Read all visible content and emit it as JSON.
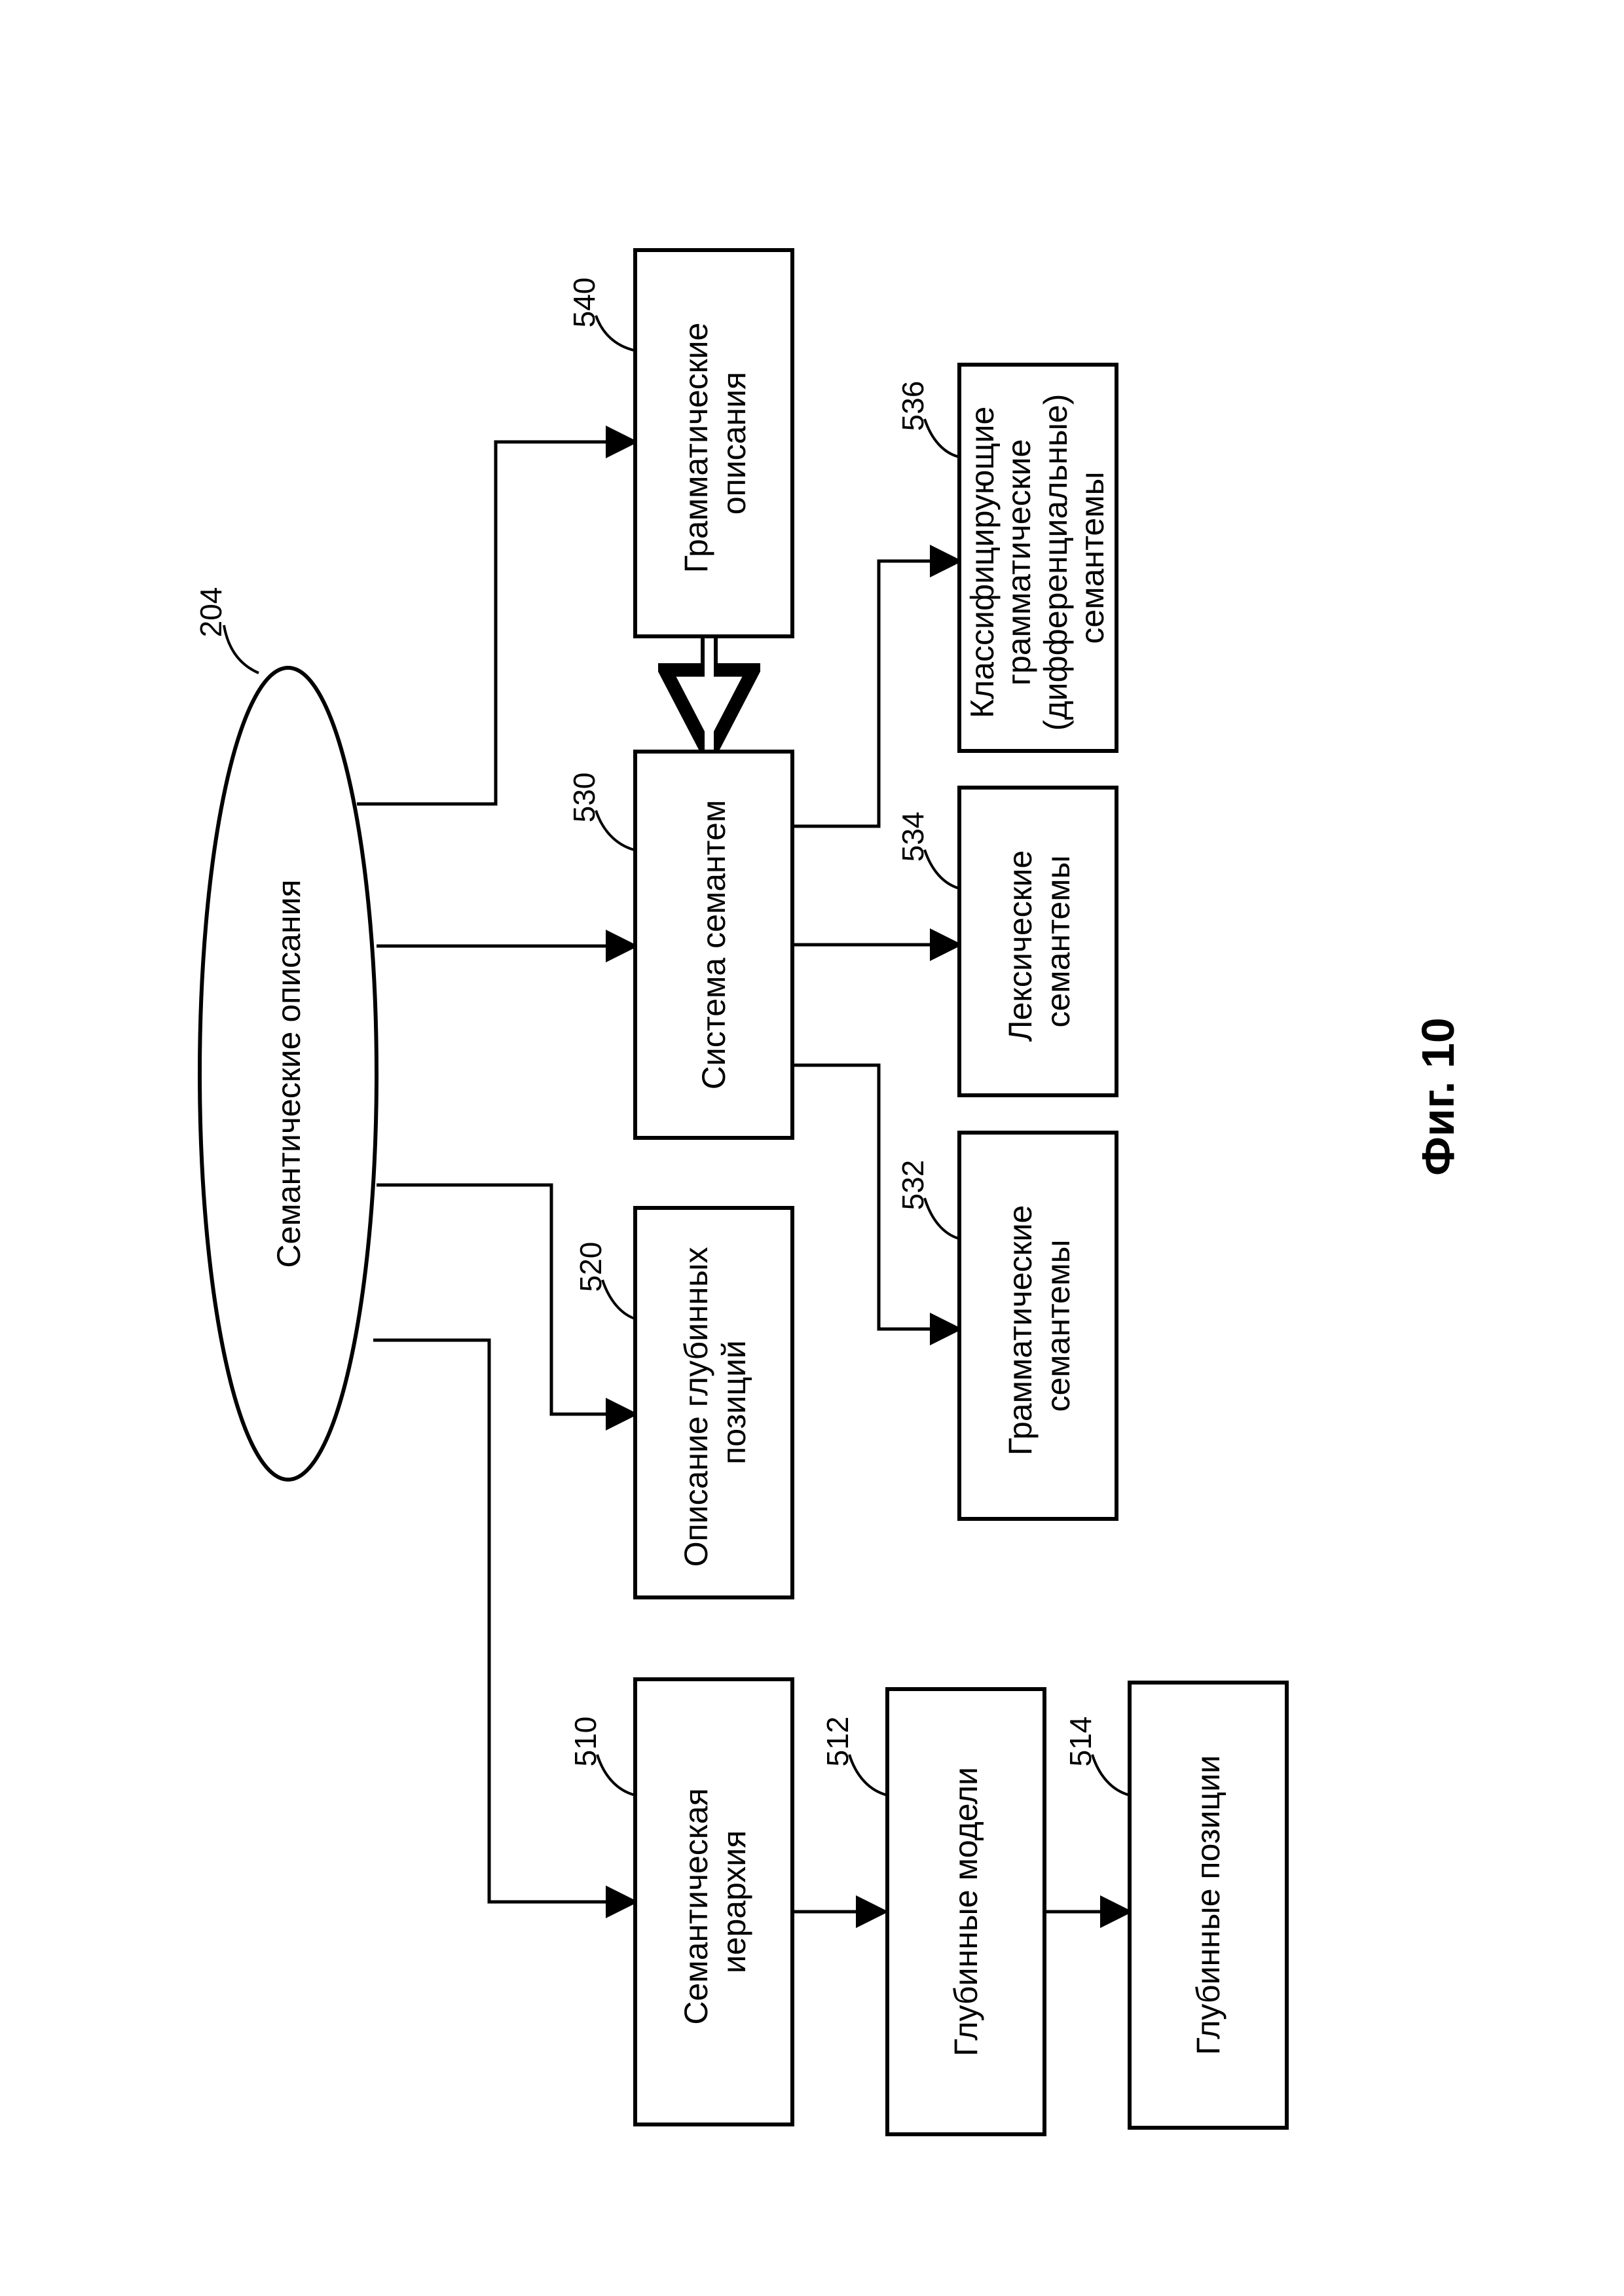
{
  "diagram": {
    "root": {
      "ref": "204",
      "label": "Семантические описания"
    },
    "nodes": {
      "n510": {
        "ref": "510",
        "lines": [
          "Семантическая",
          "иерархия"
        ]
      },
      "n512": {
        "ref": "512",
        "lines": [
          "Глубинные модели"
        ]
      },
      "n514": {
        "ref": "514",
        "lines": [
          "Глубинные позиции"
        ]
      },
      "n520": {
        "ref": "520",
        "lines": [
          "Описание глубинных",
          "позиций"
        ]
      },
      "n530": {
        "ref": "530",
        "lines": [
          "Система семантем"
        ]
      },
      "n532": {
        "ref": "532",
        "lines": [
          "Грамматические",
          "семантемы"
        ]
      },
      "n534": {
        "ref": "534",
        "lines": [
          "Лексические",
          "семантемы"
        ]
      },
      "n536": {
        "ref": "536",
        "lines": [
          "Классифицирующие",
          "грамматические",
          "(дифференциальные)",
          "семантемы"
        ]
      },
      "n540": {
        "ref": "540",
        "lines": [
          "Грамматические",
          "описания"
        ]
      }
    },
    "edges": [
      {
        "from": "root",
        "to": "n510"
      },
      {
        "from": "root",
        "to": "n520"
      },
      {
        "from": "root",
        "to": "n530"
      },
      {
        "from": "root",
        "to": "n540"
      },
      {
        "from": "n510",
        "to": "n512"
      },
      {
        "from": "n512",
        "to": "n514"
      },
      {
        "from": "n530",
        "to": "n532"
      },
      {
        "from": "n530",
        "to": "n534"
      },
      {
        "from": "n530",
        "to": "n536"
      },
      {
        "from": "n540",
        "to": "n530",
        "style": "double"
      }
    ]
  },
  "caption": "Фиг. 10"
}
